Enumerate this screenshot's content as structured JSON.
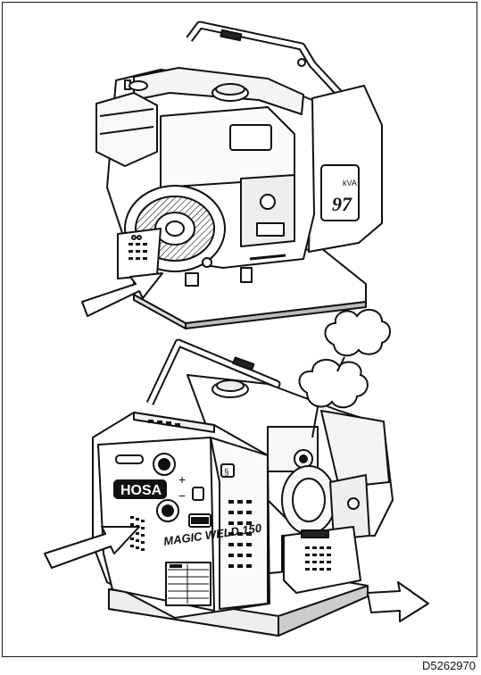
{
  "drawing_code": "D5262970",
  "labels": {
    "panel_left": "HOSA",
    "panel_brand": "MAGIC WELD 150",
    "side_badge": "97"
  },
  "colors": {
    "ink": "#111111",
    "paper": "#ffffff",
    "frame": "#1a1a1a"
  }
}
